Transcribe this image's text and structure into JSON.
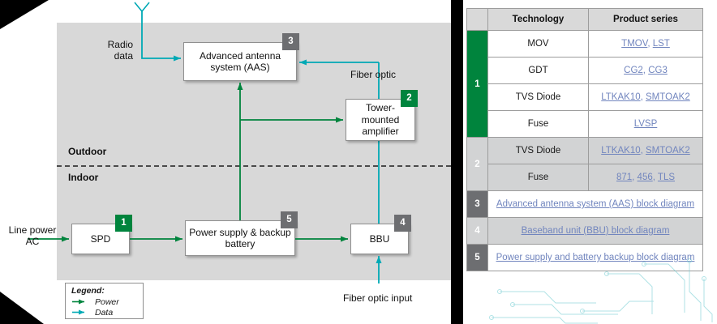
{
  "colors": {
    "brand_green": "#00843D",
    "data_teal": "#00A9B5",
    "badge_gray": "#6D6E71",
    "link_blue": "#7185BE",
    "panel_gray": "#D8D8D8"
  },
  "diagram": {
    "zones": {
      "outdoor": "Outdoor",
      "indoor": "Indoor"
    },
    "labels": {
      "radio_data": "Radio data",
      "line_power": "Line power AC",
      "fiber_optic": "Fiber optic",
      "fiber_optic_input": "Fiber optic input"
    },
    "nodes": {
      "aas": {
        "label": "Advanced antenna system (AAS)",
        "badge": "3"
      },
      "tma": {
        "label": "Tower-mounted amplifier",
        "badge": "2"
      },
      "spd": {
        "label": "SPD",
        "badge": "1"
      },
      "psu": {
        "label": "Power supply & backup battery",
        "badge": "5"
      },
      "bbu": {
        "label": "BBU",
        "badge": "4"
      }
    },
    "legend": {
      "title": "Legend:",
      "power_label": "Power",
      "data_label": "Data"
    }
  },
  "table": {
    "headers": [
      "Technology",
      "Product series"
    ],
    "groups": [
      {
        "badge": "1",
        "rows": [
          {
            "technology": "MOV",
            "products": [
              "TMOV",
              "LST"
            ]
          },
          {
            "technology": "GDT",
            "products": [
              "CG2",
              "CG3"
            ]
          },
          {
            "technology": "TVS Diode",
            "products": [
              "LTKAK10",
              "SMTOAK2"
            ]
          },
          {
            "technology": "Fuse",
            "products": [
              "LVSP"
            ]
          }
        ]
      },
      {
        "badge": "2",
        "rows": [
          {
            "technology": "TVS Diode",
            "products": [
              "LTKAK10",
              "SMTOAK2"
            ]
          },
          {
            "technology": "Fuse",
            "products": [
              "871",
              "456",
              "TLS"
            ]
          }
        ]
      }
    ],
    "link_rows": [
      {
        "badge": "3",
        "label": "Advanced antenna system (AAS) block diagram"
      },
      {
        "badge": "4",
        "label": "Baseband unit (BBU) block diagram"
      },
      {
        "badge": "5",
        "label": "Power supply and battery backup block diagram"
      }
    ]
  }
}
